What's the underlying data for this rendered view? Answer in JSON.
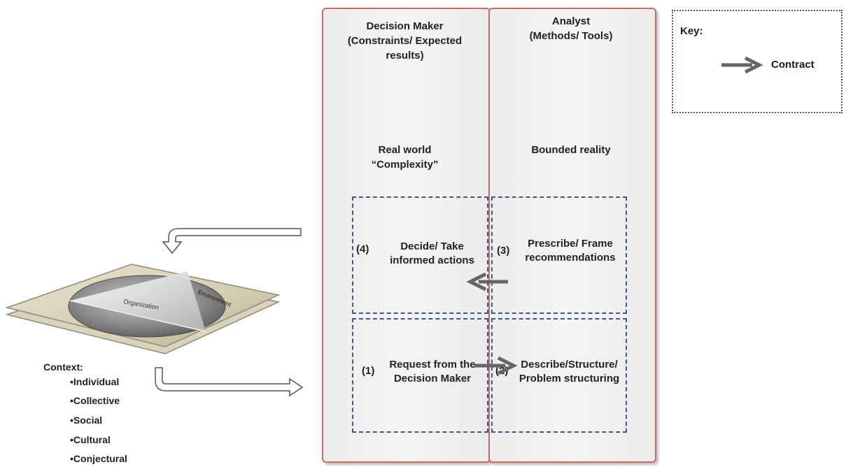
{
  "decision_maker": {
    "title": "Decision Maker",
    "subtitle_line1": "(Constraints/ Expected",
    "subtitle_line2": "results)",
    "real_world_line1": "Real world",
    "real_world_line2": "“Complexity”"
  },
  "analyst": {
    "title": "Analyst",
    "subtitle": "(Methods/ Tools)",
    "bounded": "Bounded reality"
  },
  "steps": {
    "s4": {
      "num": "(4)",
      "line1": "Decide/ Take",
      "line2": "informed actions"
    },
    "s3": {
      "num": "(3)",
      "line1": "Prescribe/ Frame",
      "line2": "recommendations"
    },
    "s1": {
      "num": "(1)",
      "line1": "Request from the",
      "line2": "Decision Maker"
    },
    "s2": {
      "num": "(2)",
      "line1": "Describe/Structure/",
      "line2": "Problem structuring"
    }
  },
  "key": {
    "title": "Key:",
    "contract": "Contract"
  },
  "context": {
    "title": "Context:",
    "items": [
      "•Individual",
      "•Collective",
      "•Social",
      "•Cultural",
      "•Conjectural"
    ]
  },
  "disc": {
    "organization": "Organization",
    "environment": "Environment"
  },
  "colors": {
    "column_border": "#c46a6a",
    "dashed": "#3f5a82",
    "arrow": "#666666"
  }
}
